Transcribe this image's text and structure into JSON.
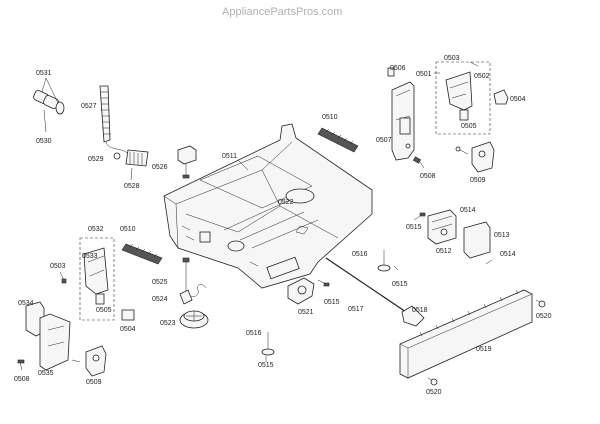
{
  "watermark": "AppliancePartsPros.com",
  "labels": {
    "l0531": "0531",
    "l0530": "0530",
    "l0527": "0527",
    "l0529": "0529",
    "l0528": "0528",
    "l0526": "0526",
    "l0511": "0511",
    "l0510a": "0510",
    "l0506": "0506",
    "l0501": "0501",
    "l0503a": "0503",
    "l0502": "0502",
    "l0504a": "0504",
    "l0505a": "0505",
    "l0507": "0507",
    "l0508a": "0508",
    "l0509a": "0509",
    "l0522": "0522",
    "l0515a": "0515",
    "l0514a": "0514",
    "l0513": "0513",
    "l0512": "0512",
    "l0514b": "0514",
    "l0516a": "0516",
    "l0515b": "0515",
    "l0532": "0532",
    "l0510b": "0510",
    "l0533": "0533",
    "l0503b": "0503",
    "l0525": "0525",
    "l0524": "0524",
    "l0505b": "0505",
    "l0504b": "0504",
    "l0523": "0523",
    "l0534": "0534",
    "l0521": "0521",
    "l0515c": "0515",
    "l0517": "0517",
    "l0518": "0518",
    "l0520a": "0520",
    "l0516b": "0516",
    "l0515d": "0515",
    "l0519": "0519",
    "l0508b": "0508",
    "l0535": "0535",
    "l0509b": "0509",
    "l0520b": "0520"
  }
}
